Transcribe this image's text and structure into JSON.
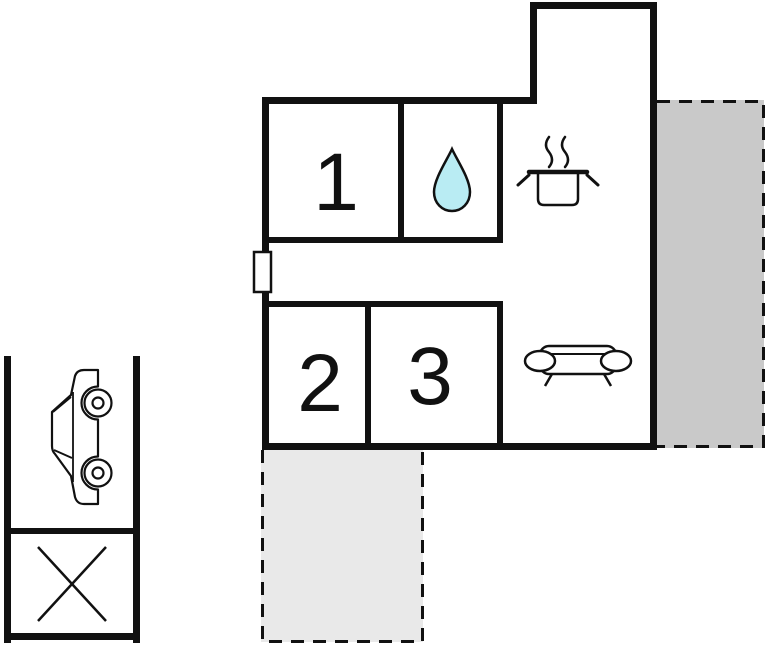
{
  "floor_plan": {
    "rooms": [
      {
        "label": "1"
      },
      {
        "label": "2"
      },
      {
        "label": "3"
      }
    ],
    "icons": [
      "water-drop-icon",
      "cooking-pot-icon",
      "sofa-icon",
      "car-icon",
      "cross-icon"
    ],
    "colors": {
      "wall": "#111111",
      "water_drop_fill": "#b9ecf3",
      "terrace_right_fill": "#c9c9c9",
      "terrace_bottom_fill": "#e9e9e9",
      "background": "#ffffff"
    }
  }
}
